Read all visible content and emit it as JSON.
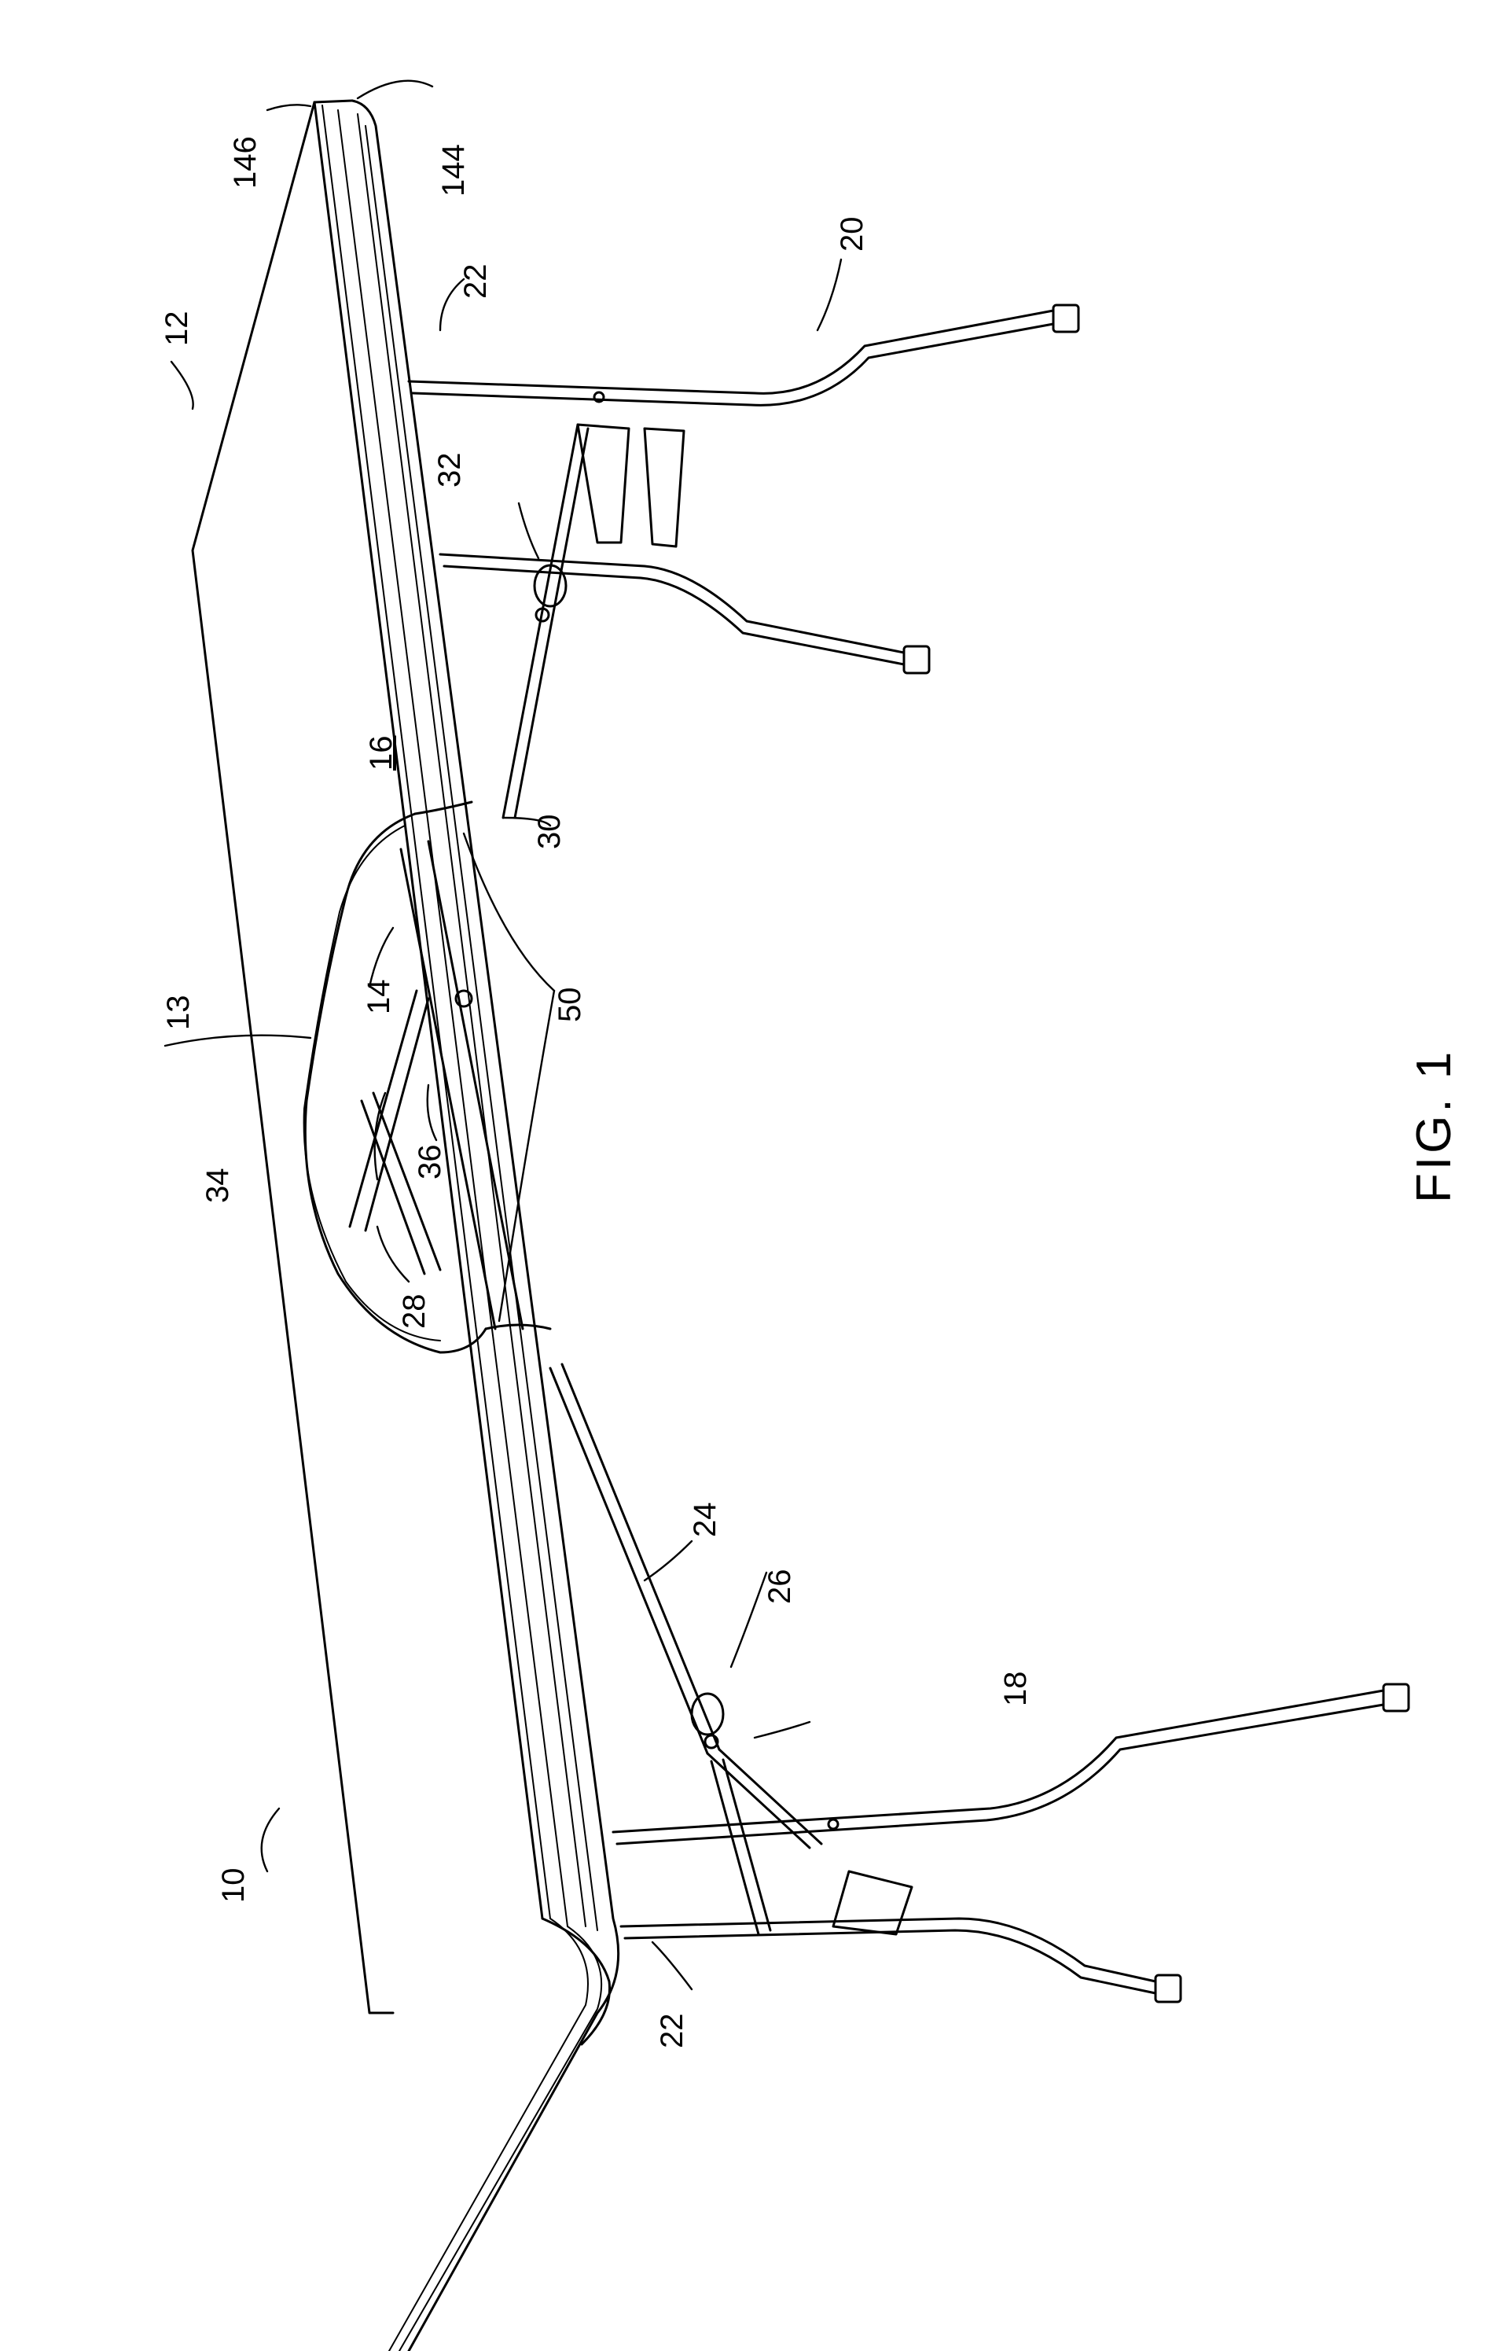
{
  "figure_label": "FIG. 1",
  "reference_numerals": {
    "r10": "10",
    "r12": "12",
    "r13": "13",
    "r14": "14",
    "r16": "16",
    "r18": "18",
    "r20": "20",
    "r22a": "22",
    "r22b": "22",
    "r24": "24",
    "r26": "26",
    "r28": "28",
    "r30": "30",
    "r32": "32",
    "r34": "34",
    "r36": "36",
    "r50": "50",
    "r144": "144",
    "r146": "146"
  }
}
